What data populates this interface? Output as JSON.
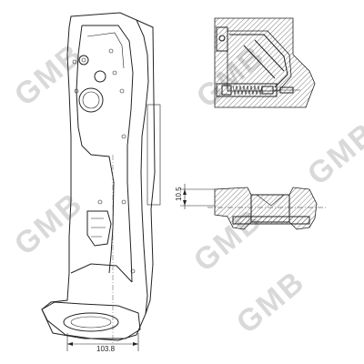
{
  "watermark": {
    "text": "GMB",
    "count": 6
  },
  "dimensions": {
    "width_label": "103.8",
    "height_label": "10.5"
  }
}
